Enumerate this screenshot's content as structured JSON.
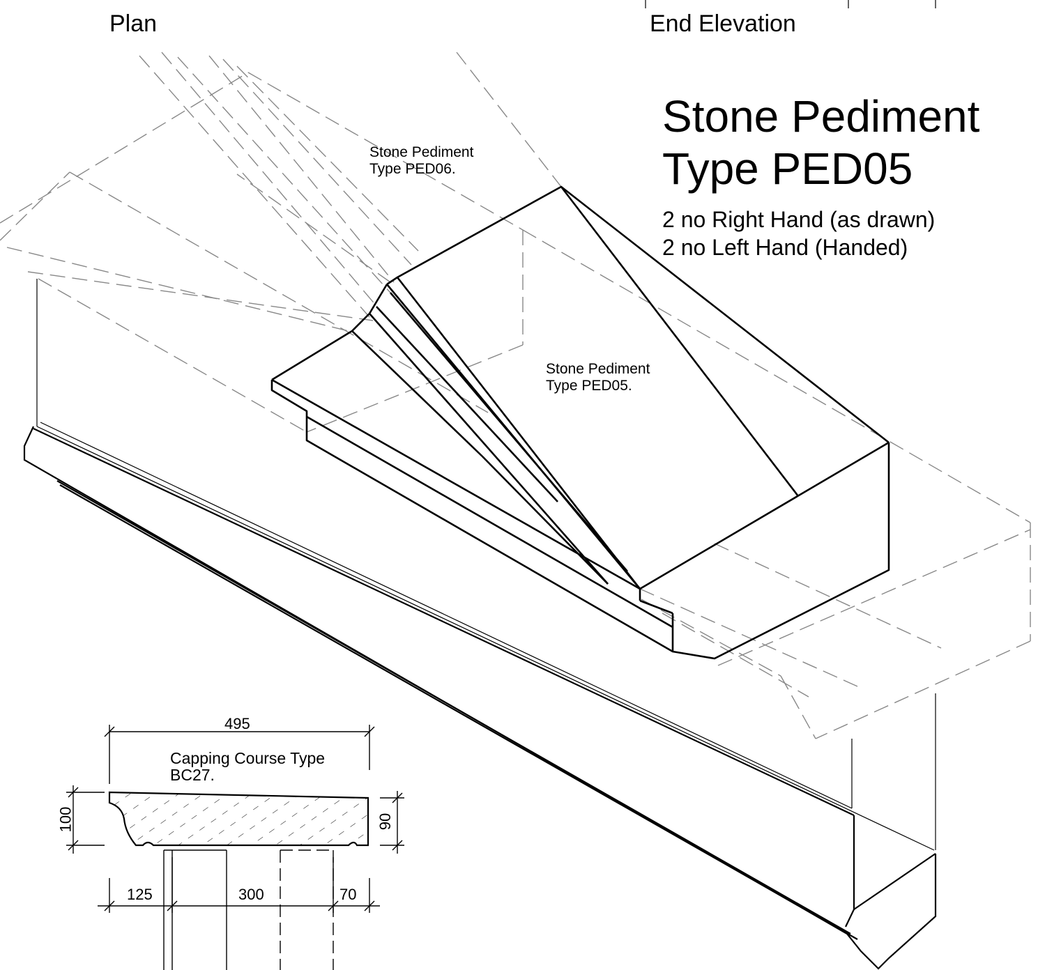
{
  "views": {
    "plan": "Plan",
    "end_elevation": "End Elevation"
  },
  "title": {
    "line1": "Stone Pediment",
    "line2": "Type PED05"
  },
  "notes": [
    "2 no Right Hand (as drawn)",
    "2 no Left Hand (Handed)"
  ],
  "callouts": {
    "ped06": [
      "Stone Pediment",
      "Type PED06."
    ],
    "ped05": [
      "Stone Pediment",
      "Type PED05."
    ]
  },
  "section": {
    "label": [
      "Capping Course Type",
      "BC27."
    ],
    "dimensions": {
      "overall_width": "495",
      "left_height": "100",
      "right_height": "90",
      "overhang_front": "125",
      "wall": "300",
      "overhang_back": "70"
    }
  }
}
